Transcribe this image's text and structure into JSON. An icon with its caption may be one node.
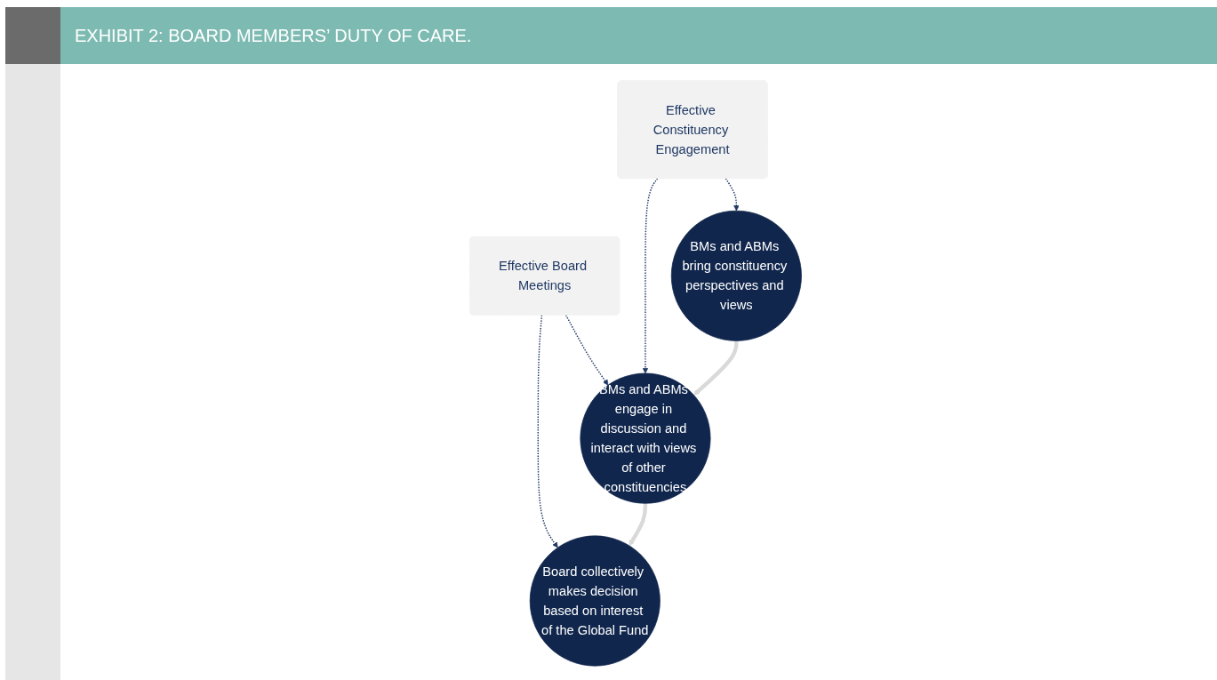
{
  "diagram": {
    "title": "EXHIBIT 2: BOARD MEMBERS’ DUTY OF CARE.",
    "nodes": [
      {
        "text": [
          "Effective Constituency Engagement"
        ]
      },
      {
        "text": [
          "Effective Board Meetings"
        ]
      },
      {
        "text": [
          "BMs and ABMs bring constituency perspectives and views"
        ]
      },
      {
        "text": [
          "BMs and ABMs engage in discussion and interact with views of other constituencies"
        ]
      },
      {
        "text": [
          "Board collectively makes decision based on interest of the Global Fund"
        ]
      }
    ],
    "edges": [
      {
        "from": 0,
        "to": 2,
        "arrow": "to",
        "style": "dashed"
      },
      {
        "from": 0,
        "to": 3,
        "arrow": "to",
        "style": "dashed"
      },
      {
        "from": 1,
        "to": 3,
        "arrow": "to",
        "style": "dashed"
      },
      {
        "from": 1,
        "to": 4,
        "arrow": "to",
        "style": "dashed"
      },
      {
        "from": 2,
        "to": 3,
        "arrow": "to",
        "style": "thick",
        "color": "#d9d9d9"
      },
      {
        "from": 3,
        "to": 4,
        "arrow": "to",
        "style": "thick",
        "color": "#d9d9d9"
      }
    ]
  }
}
